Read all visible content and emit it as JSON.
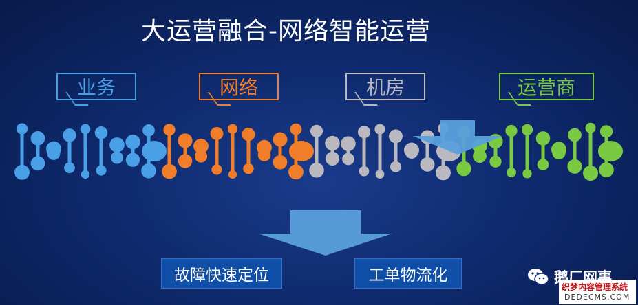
{
  "title": "大运营融合-网络智能运营",
  "callouts": [
    {
      "label": "业务",
      "color": "#4aa0e6"
    },
    {
      "label": "网络",
      "color": "#f07d2a"
    },
    {
      "label": "机房",
      "color": "#b9b9bf"
    },
    {
      "label": "运营商",
      "color": "#7ac943"
    }
  ],
  "actions": {
    "fault_locate": "故障快速定位",
    "work_order": "工单物流化"
  },
  "wechat": {
    "account": "鹅厂网事",
    "icon": "wechat-icon"
  },
  "watermark": {
    "line1": "织梦内容管理系统",
    "line2": "DEDECMS.COM"
  },
  "colors": {
    "blue": "#4aa0e6",
    "orange": "#f07d2a",
    "gray": "#b9b9bf",
    "green": "#7ac943",
    "arrow": "#5aa0dc"
  }
}
